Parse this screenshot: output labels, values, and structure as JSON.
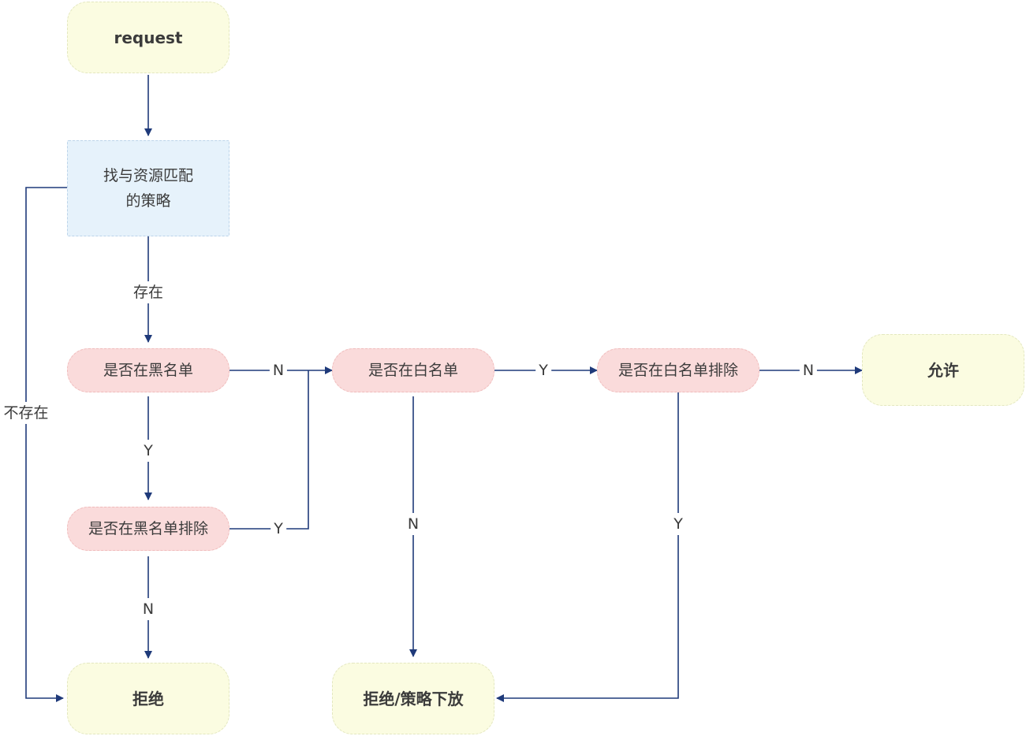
{
  "nodes": {
    "request": "request",
    "find_policy": "找与资源匹配\n的策略",
    "in_blacklist": "是否在黑名单",
    "in_blacklist_exclude": "是否在黑名单排除",
    "in_whitelist": "是否在白名单",
    "in_whitelist_exclude": "是否在白名单排除",
    "allow": "允许",
    "reject": "拒绝",
    "reject_or_delegate": "拒绝/策略下放"
  },
  "edge_labels": {
    "exists": "存在",
    "not_exists": "不存在",
    "blacklist_no": "N",
    "blacklist_yes": "Y",
    "blacklist_exclude_yes": "Y",
    "blacklist_exclude_no": "N",
    "whitelist_yes": "Y",
    "whitelist_no": "N",
    "whitelist_exclude_no": "N",
    "whitelist_exclude_yes": "Y"
  },
  "colors": {
    "edge": "#1f3a7a",
    "terminal_fill": "#fbfce1",
    "process_fill": "#e6f2fb",
    "decision_fill": "#fadbdb",
    "text": "#3b3b3b"
  }
}
